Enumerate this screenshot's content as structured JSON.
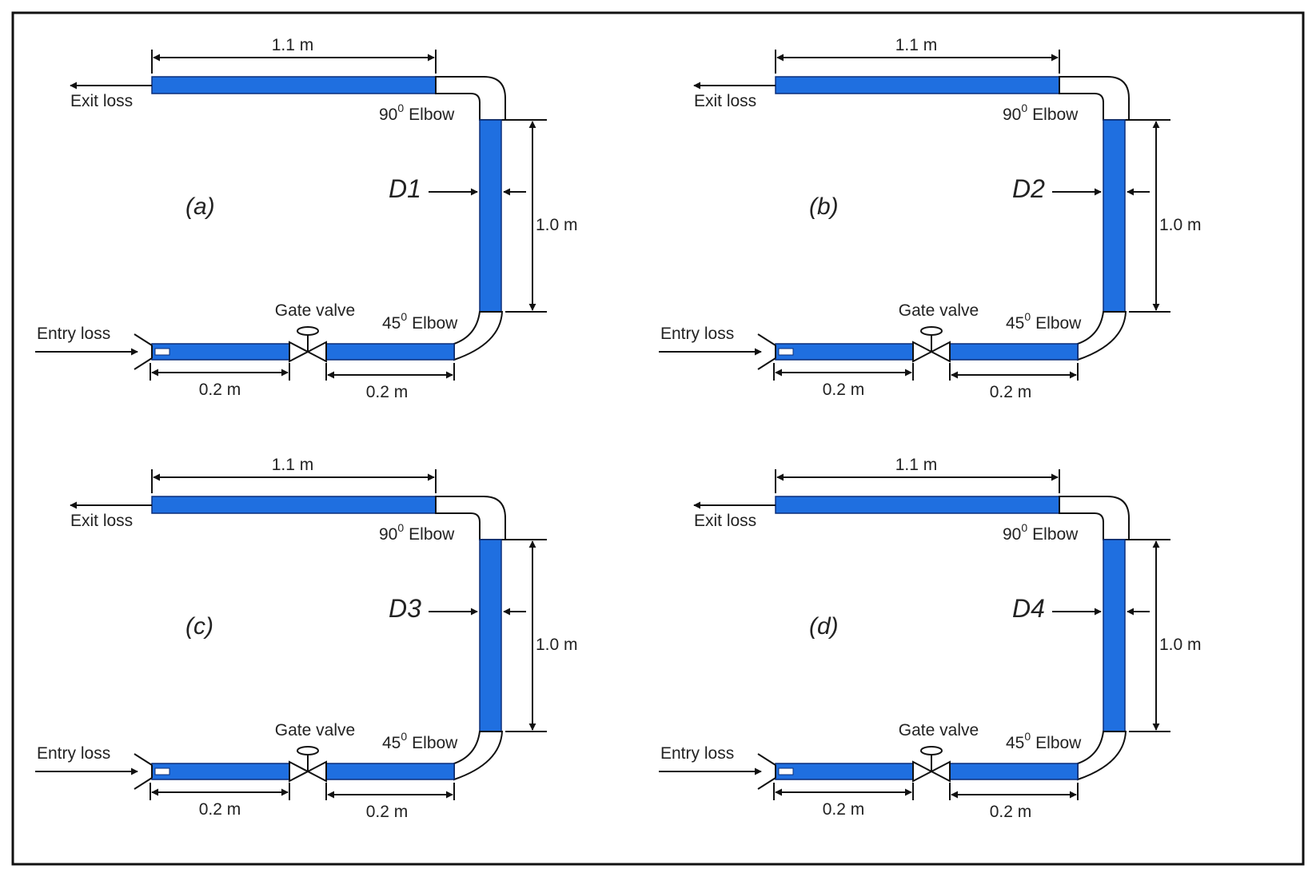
{
  "colors": {
    "pipe_fill": "#1f6fe0",
    "pipe_outline": "#0b2f7a",
    "line": "#111111",
    "frame": "#111111",
    "background": "#ffffff"
  },
  "common": {
    "exit_loss": "Exit loss",
    "entry_loss": "Entry loss",
    "gate_valve": "Gate valve",
    "elbow_90_number": "90",
    "elbow_90_sup": "0",
    "elbow_90_word": "Elbow",
    "elbow_45_number": "45",
    "elbow_45_sup": "0",
    "elbow_45_word": "Elbow",
    "dim_top": "1.1 m",
    "dim_vertical": "1.0 m",
    "dim_bottom_left": "0.2 m",
    "dim_bottom_right": "0.2 m"
  },
  "panels": [
    {
      "label": "(a)",
      "diameter": "D1"
    },
    {
      "label": "(b)",
      "diameter": "D2"
    },
    {
      "label": "(c)",
      "diameter": "D3"
    },
    {
      "label": "(d)",
      "diameter": "D4"
    }
  ]
}
